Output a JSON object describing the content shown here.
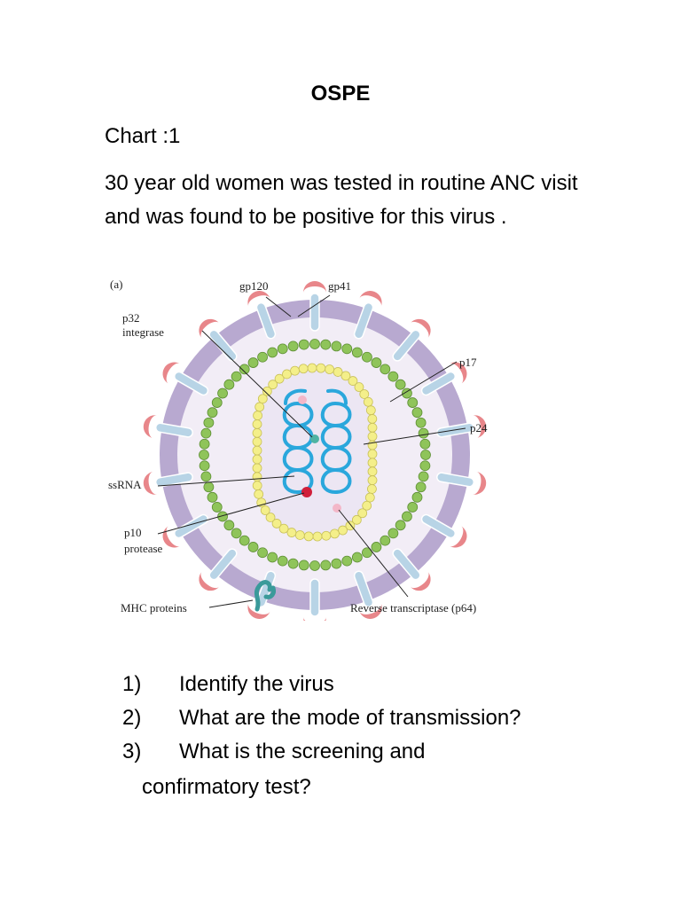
{
  "document": {
    "title": "OSPE",
    "chart_label": "Chart :1",
    "intro": "30 year old women was tested in routine ANC visit and was found to be positive for this virus ."
  },
  "diagram": {
    "panel_label": "(a)",
    "labels": {
      "gp120": "gp120",
      "gp41": "gp41",
      "p32_line1": "p32",
      "p32_line2": "integrase",
      "p17": "p17",
      "p24": "p24",
      "ssrna": "ssRNA",
      "p10_line1": "p10",
      "p10_line2": "protease",
      "mhc": "MHC proteins",
      "rt": "Reverse transcriptase (p64)"
    },
    "colors": {
      "envelope": "#b8a9d0",
      "envelope_inner": "#f2edf6",
      "spike_head": "#e8868a",
      "spike_stem": "#b8d4e6",
      "matrix_bead": "#8fc45a",
      "capsid_bead": "#f4ef8a",
      "rna": "#2aa7dc",
      "protease": "#d01f3a",
      "integrase": "#4fb3a3",
      "rt": "#f3b7c8",
      "mhc": "#3a9a9a"
    }
  },
  "questions": [
    {
      "num": "1)",
      "text": "Identify the virus"
    },
    {
      "num": "2)",
      "text": "What are the mode of transmission?"
    },
    {
      "num": "3)",
      "text": "What is the screening and"
    }
  ],
  "question3_continuation": "confirmatory test?"
}
